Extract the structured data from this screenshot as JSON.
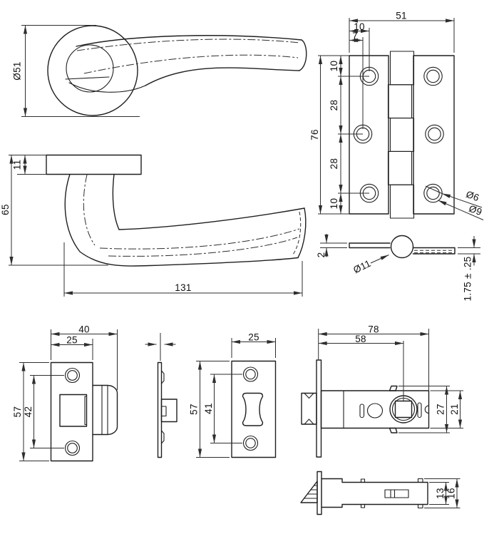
{
  "meta": {
    "background_color": "#ffffff",
    "line_color": "#1f1f1f",
    "dimension_color": "#2e2e2e",
    "drawing_type": "door-hardware-technical-drawing"
  },
  "views": {
    "handle_front": {
      "label": "lever-handle-front-view",
      "dims": {
        "rose_diameter": "Ø51"
      }
    },
    "handle_side": {
      "label": "lever-handle-side-view",
      "dims": {
        "rose_thickness": "11",
        "projection": "65",
        "length": "131"
      }
    },
    "hinge_front": {
      "label": "hinge-front-view",
      "dims": {
        "width": "51",
        "hole_inset_outer": "10",
        "hole_inset_inner": "7",
        "top_offset": "10",
        "upper_spacing": "28",
        "lower_spacing": "28",
        "bottom_offset": "10",
        "height": "76",
        "hole_dia": "Ø6",
        "countersink_dia": "Ø9"
      }
    },
    "hinge_side": {
      "label": "hinge-top-view",
      "dims": {
        "leaf_thickness": "2",
        "knuckle_dia": "Ø11",
        "leaf_gauge": "1.75 ± .25"
      }
    },
    "strike_plate": {
      "label": "strike-plate-view",
      "dims": {
        "overall_width": "40",
        "plate_width": "25",
        "height": "57",
        "hole_spacing": "42"
      }
    },
    "latch_faceplate": {
      "label": "latch-faceplate-view",
      "dims": {
        "width": "25",
        "height": "57",
        "hole_spacing": "41"
      }
    },
    "latch_body_side": {
      "label": "tubular-latch-side-view",
      "dims": {
        "overall_length": "78",
        "backset": "58",
        "case_height_over_lugs": "27",
        "case_height": "21"
      }
    },
    "latch_body_bottom": {
      "label": "tubular-latch-bottom-view",
      "dims": {
        "case_depth": "13",
        "depth_over_lugs": "16"
      }
    }
  }
}
